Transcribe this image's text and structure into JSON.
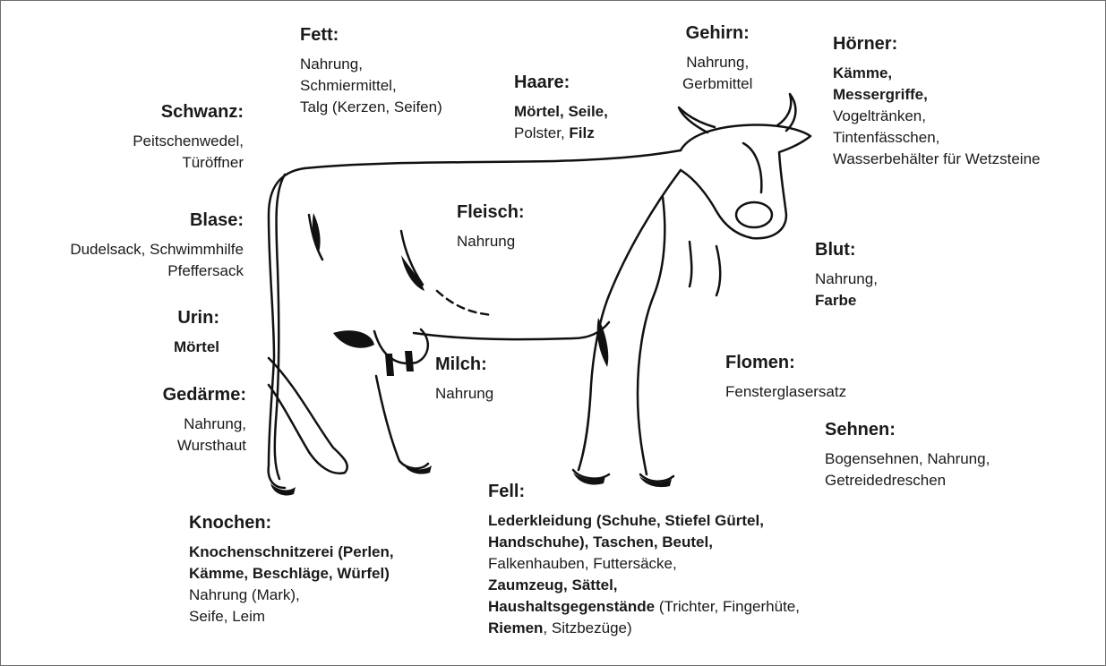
{
  "labels": {
    "fett": {
      "title": "Fett:",
      "lines": [
        [
          "Nahrung,"
        ],
        [
          "Schmiermittel,"
        ],
        [
          "Talg (Kerzen, Seifen)"
        ]
      ]
    },
    "gehirn": {
      "title": "Gehirn:",
      "lines": [
        [
          "Nahrung,"
        ],
        [
          "Gerbmittel"
        ]
      ]
    },
    "hoerner": {
      "title": "Hörner:",
      "lines": [
        [
          {
            "b": "Kämme,"
          }
        ],
        [
          {
            "b": "Messergriffe,"
          }
        ],
        [
          "Vogeltränken,"
        ],
        [
          "Tintenfässchen,"
        ],
        [
          "Wasserbehälter für Wetzsteine"
        ]
      ]
    },
    "haare": {
      "title": "Haare:",
      "lines": [
        [
          {
            "b": "Mörtel, Seile,"
          }
        ],
        [
          "Polster, ",
          {
            "b": "Filz"
          }
        ]
      ]
    },
    "schwanz": {
      "title": "Schwanz:",
      "lines": [
        [
          "Peitschenwedel,"
        ],
        [
          "Türöffner"
        ]
      ]
    },
    "fleisch": {
      "title": "Fleisch:",
      "lines": [
        [
          "Nahrung"
        ]
      ]
    },
    "blase": {
      "title": "Blase:",
      "lines": [
        [
          "Dudelsack, Schwimmhilfe"
        ],
        [
          "Pfeffersack"
        ]
      ]
    },
    "blut": {
      "title": "Blut:",
      "lines": [
        [
          "Nahrung,"
        ],
        [
          {
            "b": "Farbe"
          }
        ]
      ]
    },
    "urin": {
      "title": "Urin:",
      "lines": [
        [
          {
            "b": "Mörtel"
          }
        ]
      ]
    },
    "milch": {
      "title": "Milch:",
      "lines": [
        [
          "Nahrung"
        ]
      ]
    },
    "flomen": {
      "title": "Flomen:",
      "lines": [
        [
          "Fensterglasersatz"
        ]
      ]
    },
    "gedaerme": {
      "title": "Gedärme:",
      "lines": [
        [
          "Nahrung,"
        ],
        [
          "Wursthaut"
        ]
      ]
    },
    "sehnen": {
      "title": "Sehnen:",
      "lines": [
        [
          "Bogensehnen, Nahrung,"
        ],
        [
          "Getreidedreschen"
        ]
      ]
    },
    "fell": {
      "title": "Fell:",
      "lines": [
        [
          {
            "b": "Lederkleidung (Schuhe, Stiefel Gürtel,"
          }
        ],
        [
          {
            "b": "Handschuhe), Taschen, Beutel,"
          }
        ],
        [
          "Falkenhauben, Futtersäcke,"
        ],
        [
          {
            "b": "Zaumzeug, Sättel,"
          }
        ],
        [
          {
            "b": "Haushaltsgegenstände"
          },
          " (Trichter, Fingerhüte,"
        ],
        [
          {
            "b": "Riemen"
          },
          ", Sitzbezüge)"
        ]
      ]
    },
    "knochen": {
      "title": "Knochen:",
      "lines": [
        [
          {
            "b": "Knochenschnitzerei (Perlen,"
          }
        ],
        [
          {
            "b": "Kämme, Beschläge, Würfel)"
          }
        ],
        [
          "Nahrung (Mark),"
        ],
        [
          "Seife, Leim"
        ]
      ]
    }
  }
}
